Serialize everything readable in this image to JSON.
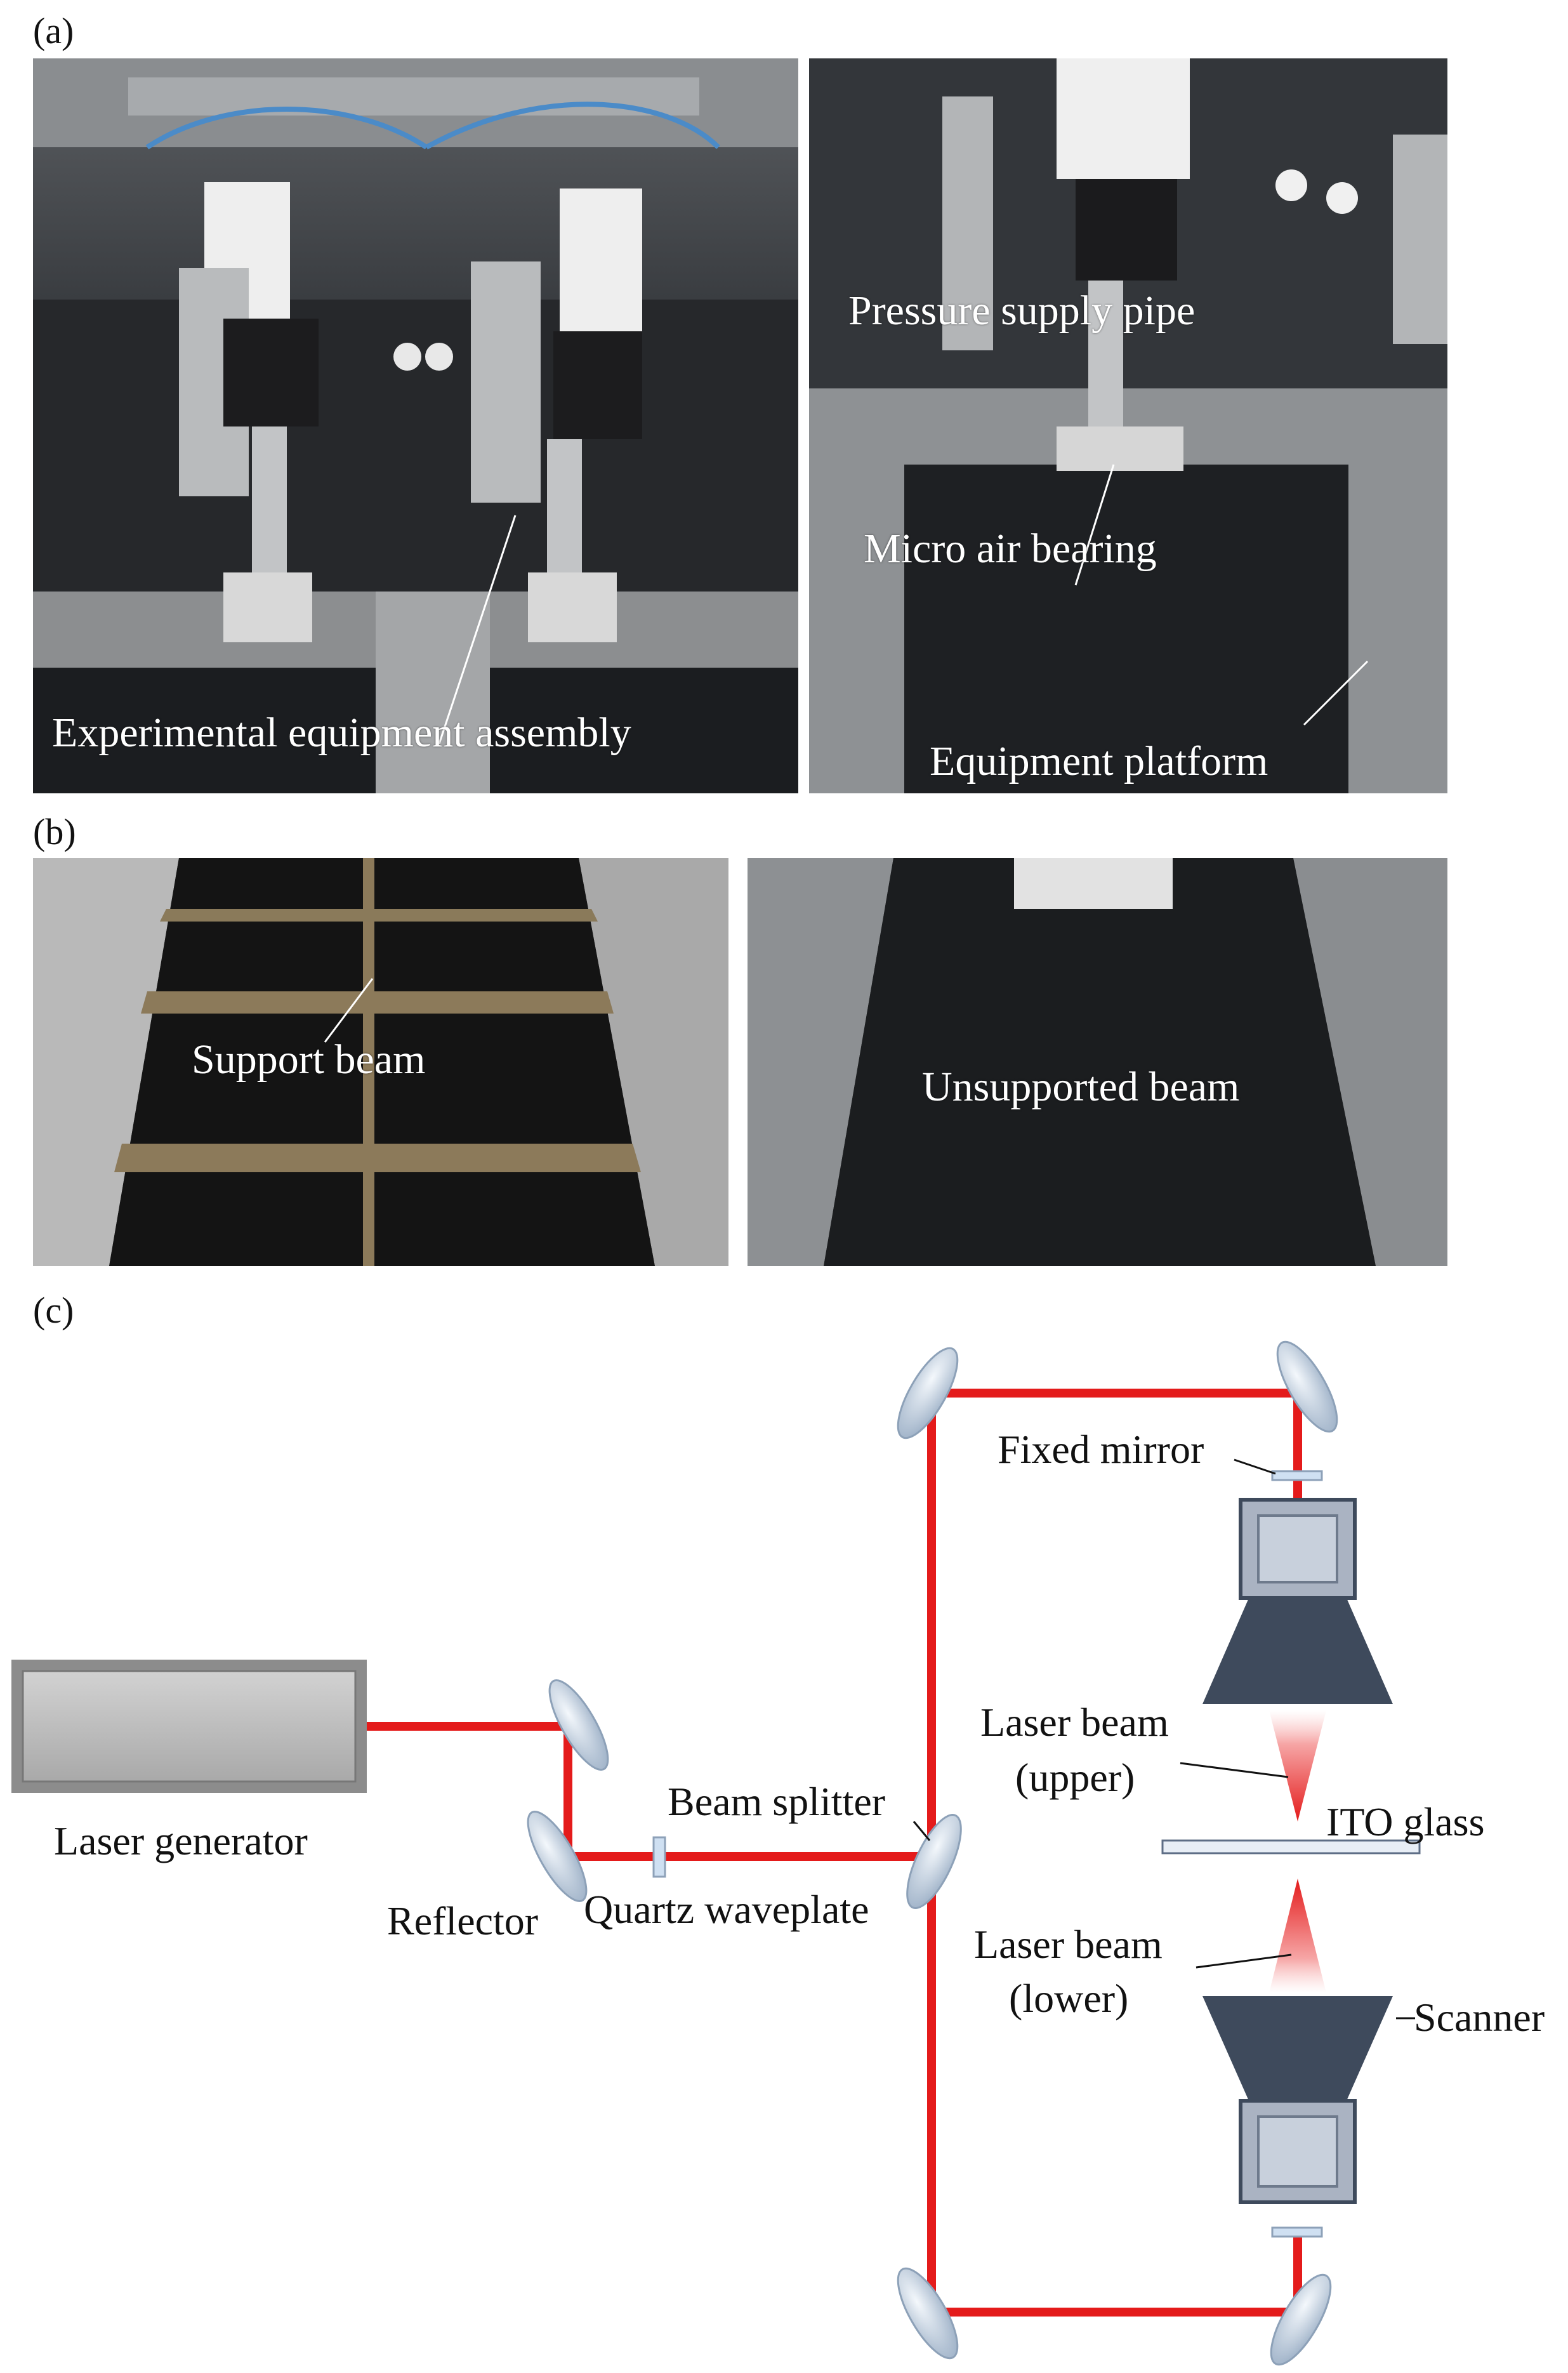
{
  "panels": {
    "a": {
      "label": "(a)",
      "left_photo": {
        "annotation": "Experimental equipment assembly"
      },
      "right_photo": {
        "annotations": [
          "Pressure supply pipe",
          "Micro air bearing",
          "Equipment platform"
        ]
      }
    },
    "b": {
      "label": "(b)",
      "left_photo": {
        "annotation": "Support beam"
      },
      "right_photo": {
        "annotation": "Unsupported beam"
      }
    },
    "c": {
      "label": "(c)",
      "labels": {
        "laser_generator": "Laser generator",
        "reflector": "Reflector",
        "quartz_waveplate": "Quartz waveplate",
        "beam_splitter": "Beam splitter",
        "fixed_mirror": "Fixed mirror",
        "laser_beam_upper_1": "Laser beam",
        "laser_beam_upper_2": "(upper)",
        "ito_glass": "ITO glass",
        "laser_beam_lower_1": "Laser beam",
        "laser_beam_lower_2": "(lower)",
        "scanner": "Scanner"
      }
    }
  },
  "colors": {
    "laser": "#e41b1b",
    "scanner_dark": "#3e4a5c",
    "scanner_box": "#aab3c2",
    "mirror": "#b9c6d6",
    "generator": "#b8b8b8"
  }
}
